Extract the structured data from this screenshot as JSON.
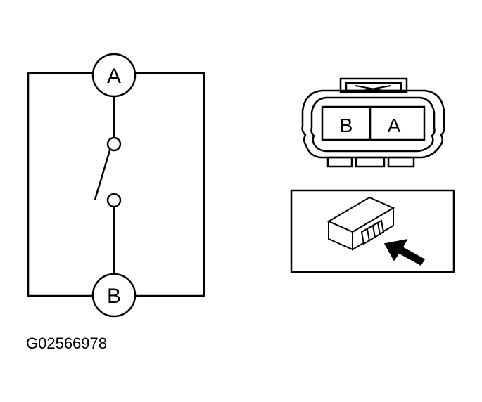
{
  "schematic": {
    "terminal_a": "A",
    "terminal_b": "B"
  },
  "connector": {
    "pin_b": "B",
    "pin_a": "A"
  },
  "figure_code": "G02566978"
}
